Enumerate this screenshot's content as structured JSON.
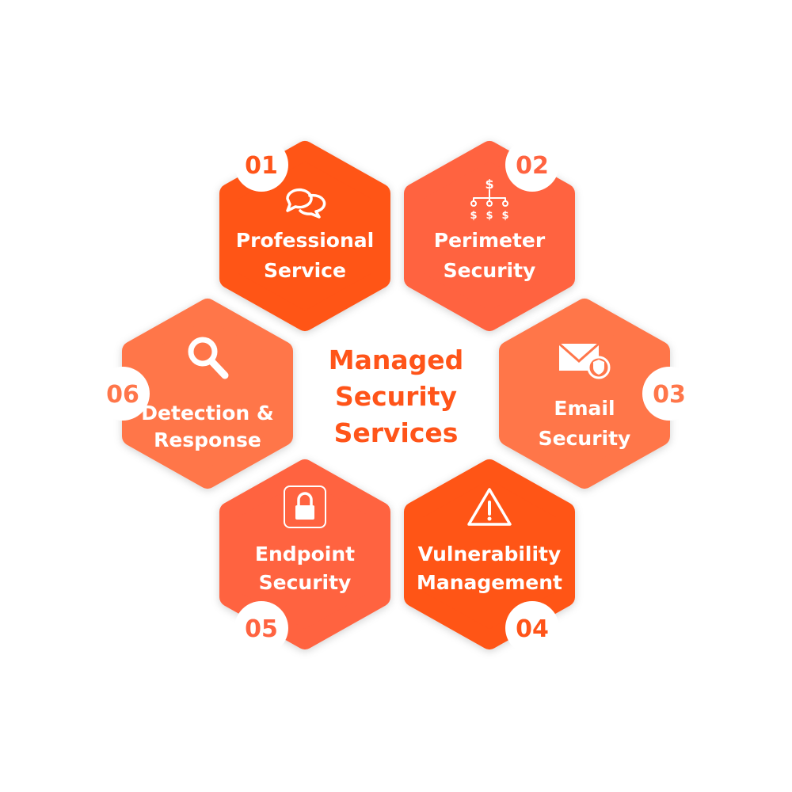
{
  "title": {
    "lines": [
      "Managed",
      "Security",
      "Services"
    ],
    "color": "#FF5419"
  },
  "services": [
    {
      "number": "01",
      "lines": [
        "Professional",
        "Service"
      ],
      "icon": "chat-bubbles-icon",
      "color": "#FF5419"
    },
    {
      "number": "02",
      "lines": [
        "Perimeter",
        "Security"
      ],
      "icon": "money-network-icon",
      "color": "#FF6340"
    },
    {
      "number": "03",
      "lines": [
        "Email",
        "Security"
      ],
      "icon": "secure-email-icon",
      "color": "#FF764A"
    },
    {
      "number": "04",
      "lines": [
        "Vulnerability",
        "Management"
      ],
      "icon": "warning-icon",
      "color": "#FF5419"
    },
    {
      "number": "05",
      "lines": [
        "Endpoint",
        "Security"
      ],
      "icon": "lock-icon",
      "color": "#FF6340"
    },
    {
      "number": "06",
      "lines": [
        "Detection &",
        "Response"
      ],
      "icon": "magnifier-icon",
      "color": "#FF764A"
    }
  ]
}
